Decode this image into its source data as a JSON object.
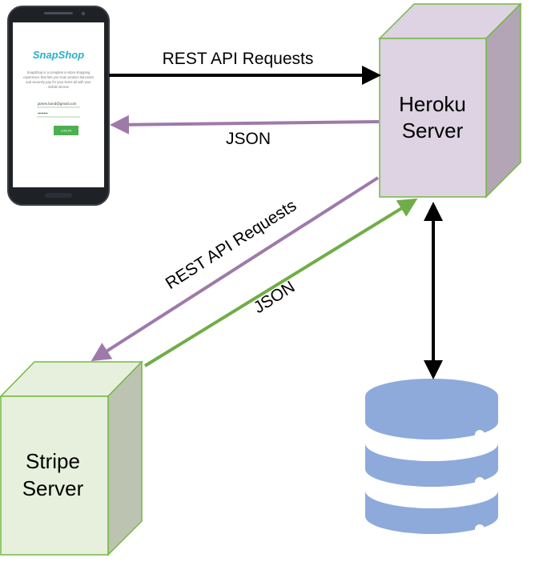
{
  "nodes": {
    "heroku": {
      "label_line1": "Heroku",
      "label_line2": "Server",
      "fill": "#ddd3e3",
      "side_fill": "#b3a5b6",
      "border": "#76b744"
    },
    "stripe": {
      "label_line1": "Stripe",
      "label_line2": "Server",
      "fill": "#e7f0dc",
      "side_fill": "#bcc4b1",
      "border": "#76b744"
    },
    "database": {
      "fill": "#8eaadb",
      "dot_color": "#ffffff"
    },
    "phone": {
      "app_title": "SnapShop",
      "app_description": [
        "SnapShop is a complete in-store shopping",
        "experience that lets you scan product barcodes",
        "and securely pay for your items all with your",
        "mobile device!"
      ],
      "email_value": "james.bond@gmail.com",
      "password_value": "••••••••",
      "login_label": "LOG IN",
      "accent": "#4caf50"
    }
  },
  "edges": {
    "phone_to_heroku": {
      "label": "REST API Requests",
      "color": "#000000"
    },
    "heroku_to_phone": {
      "label": "JSON",
      "color": "#9e7aa8"
    },
    "heroku_to_stripe": {
      "label": "REST API Requests",
      "color": "#9e7aa8"
    },
    "stripe_to_heroku": {
      "label": "JSON",
      "color": "#70ad47"
    },
    "heroku_database": {
      "color": "#000000"
    }
  }
}
